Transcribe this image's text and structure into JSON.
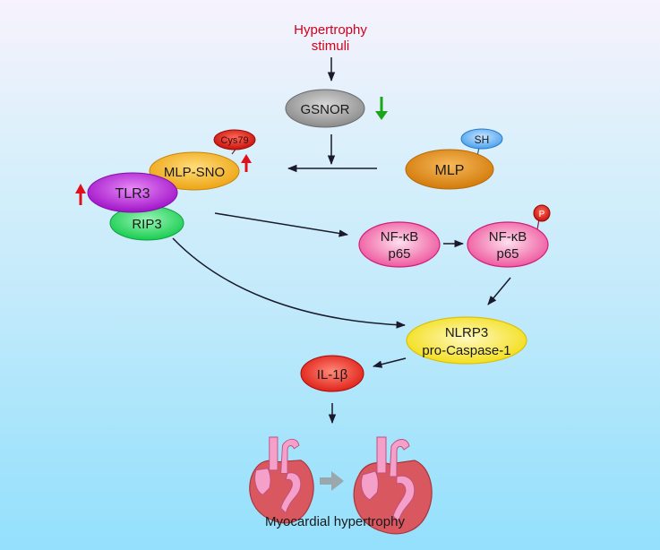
{
  "title": "GSNOR / MLP-SNO / TLR3 signaling in myocardial hypertrophy",
  "stimulus": {
    "line1": "Hypertrophy",
    "line2": "stimuli",
    "color": "#d0021b"
  },
  "nodes": {
    "gsnor": {
      "label": "GSNOR",
      "color": "#9a9a9a",
      "indicator": "down",
      "indicator_color": "#1aa51a"
    },
    "mlp": {
      "label": "MLP",
      "color": "#e08a12"
    },
    "sh": {
      "label": "SH",
      "color": "#4aa8f0"
    },
    "mlp_sno": {
      "label": "MLP-SNO",
      "color": "#f2b01c",
      "indicator": "up",
      "indicator_color": "#e0101a"
    },
    "cys79": {
      "label": "Cys79",
      "color": "#d41a10"
    },
    "tlr3": {
      "label": "TLR3",
      "color": "#b01ad8",
      "indicator": "up",
      "indicator_color": "#e0101a"
    },
    "rip3": {
      "label": "RIP3",
      "color": "#22d65a"
    },
    "nfkb1": {
      "line1": "NF-κB",
      "line2": "p65",
      "color": "#f0559c"
    },
    "nfkb2": {
      "line1": "NF-κB",
      "line2": "p65",
      "color": "#f0559c"
    },
    "phospho": {
      "label": "P",
      "color": "#d01010"
    },
    "nlrp3": {
      "line1": "NLRP3",
      "line2": "pro-Caspase-1",
      "color": "#f5e21a"
    },
    "il1b": {
      "label": "IL-1β",
      "color": "#e8201a"
    }
  },
  "edges": [
    {
      "from": "stimulus",
      "to": "gsnor"
    },
    {
      "from": "gsnor",
      "to": "junction"
    },
    {
      "from": "mlp",
      "to": "mlp_sno"
    },
    {
      "from": "rip3",
      "to": "nfkb1"
    },
    {
      "from": "nfkb1",
      "to": "nfkb2"
    },
    {
      "from": "nfkb2",
      "to": "nlrp3"
    },
    {
      "from": "rip3",
      "to": "nlrp3"
    },
    {
      "from": "nlrp3",
      "to": "il1b"
    },
    {
      "from": "il1b",
      "to": "hearts"
    }
  ],
  "outcome": {
    "label": "Myocardial hypertrophy",
    "heart_color": "#d9575e",
    "vessel_color": "#f4a0c8",
    "transition_arrow_color": "#9aa8ae"
  }
}
